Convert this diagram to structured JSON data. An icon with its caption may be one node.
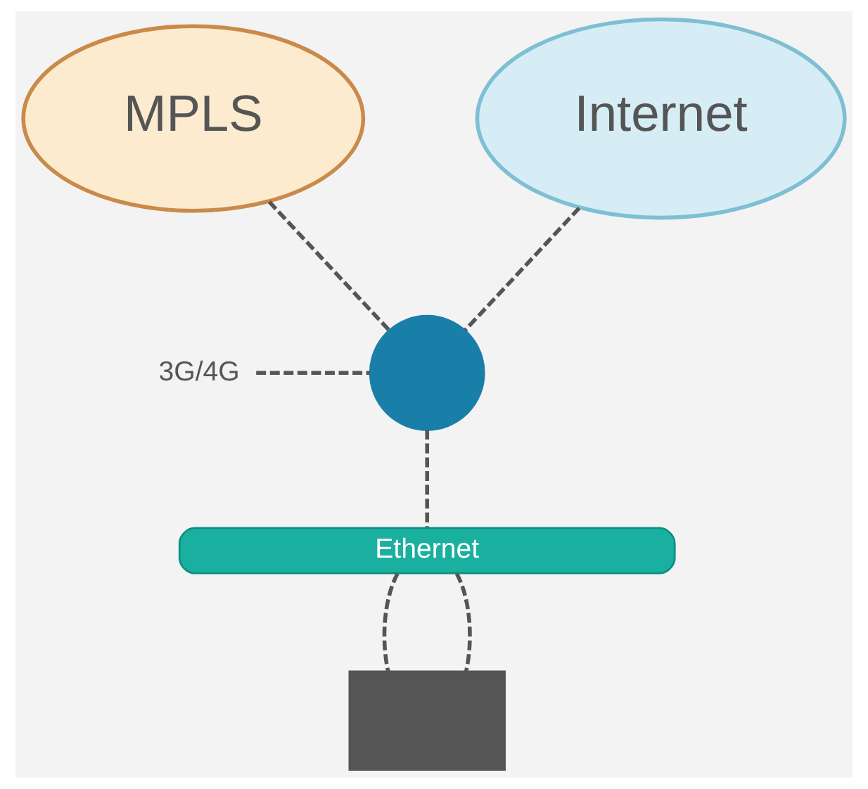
{
  "diagram": {
    "nodes": [
      {
        "text": [
          "MPLS"
        ]
      },
      {
        "text": [
          "Internet"
        ]
      },
      {
        "text": [],
        "shape": "circle"
      },
      {
        "text": [
          "3G/4G"
        ]
      },
      {
        "text": [
          "Ethernet"
        ]
      },
      {
        "text": [],
        "shape": "box"
      }
    ],
    "edges": [
      {
        "from": 0,
        "to": 2,
        "arrow": "none",
        "style": "dashed"
      },
      {
        "from": 1,
        "to": 2,
        "arrow": "none",
        "style": "dashed"
      },
      {
        "from": 3,
        "to": 2,
        "arrow": "none",
        "style": "dashed"
      },
      {
        "from": 2,
        "to": 4,
        "arrow": "none",
        "style": "dashed"
      },
      {
        "from": 4,
        "to": 5,
        "arrow": "none",
        "style": "dashed"
      },
      {
        "from": 4,
        "to": 5,
        "arrow": "none",
        "style": "dashed"
      }
    ]
  }
}
